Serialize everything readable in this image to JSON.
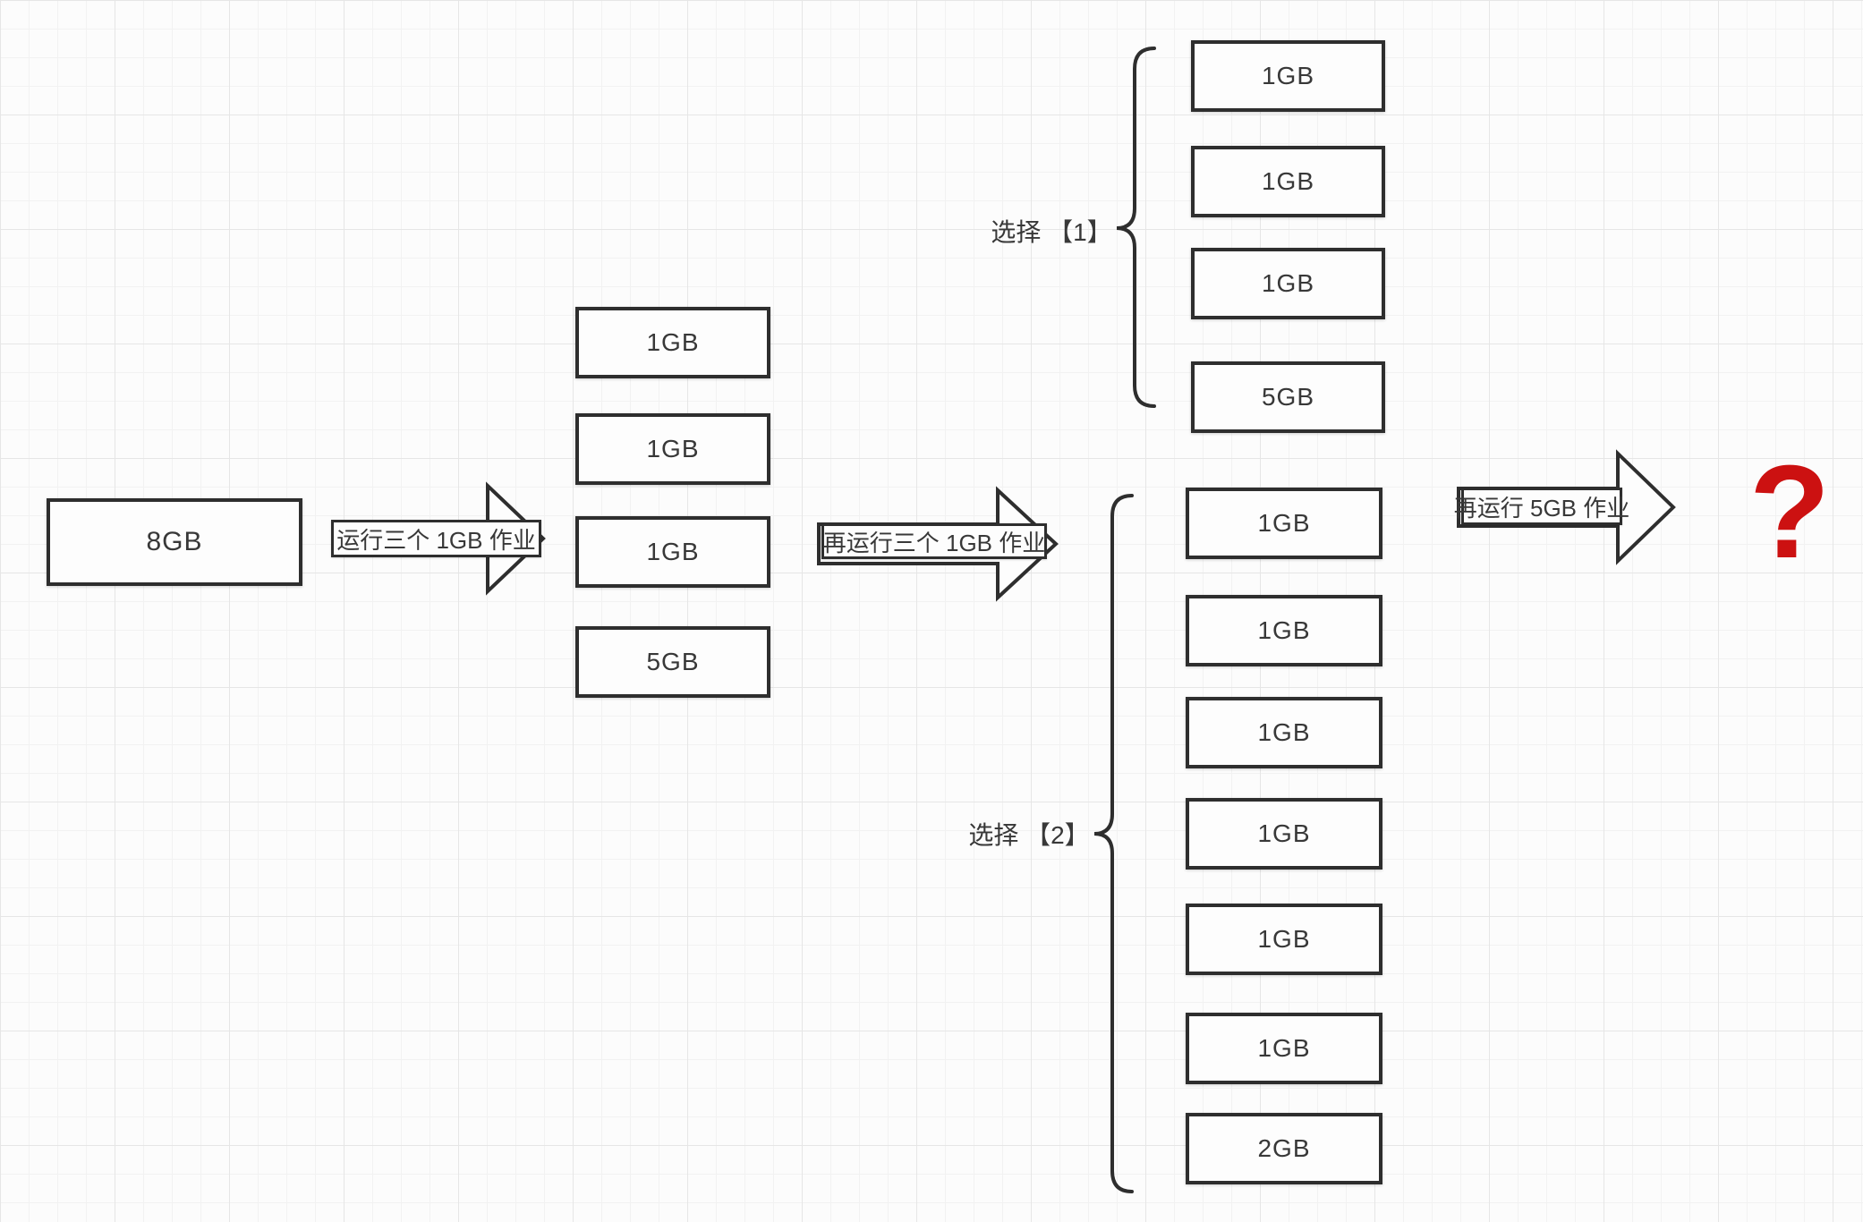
{
  "start_box": {
    "label": "8GB"
  },
  "arrows": [
    {
      "label": "运行三个 1GB 作业"
    },
    {
      "label": "再运行三个 1GB 作业"
    },
    {
      "label": "再运行 5GB 作业"
    }
  ],
  "middle_column": {
    "boxes": [
      "1GB",
      "1GB",
      "1GB",
      "5GB"
    ]
  },
  "branches": [
    {
      "label": "选择 【1】",
      "boxes": [
        "1GB",
        "1GB",
        "1GB",
        "5GB"
      ]
    },
    {
      "label": "选择 【2】",
      "boxes": [
        "1GB",
        "1GB",
        "1GB",
        "1GB",
        "1GB",
        "1GB",
        "2GB"
      ]
    }
  ],
  "result": {
    "symbol": "?"
  },
  "colors": {
    "shape_border": "#2e2e2e",
    "text": "#383838",
    "accent_red": "#cc1111",
    "grid_minor": "#f2f2f2",
    "grid_major": "#e6e6e6",
    "background": "#fcfcfc"
  }
}
